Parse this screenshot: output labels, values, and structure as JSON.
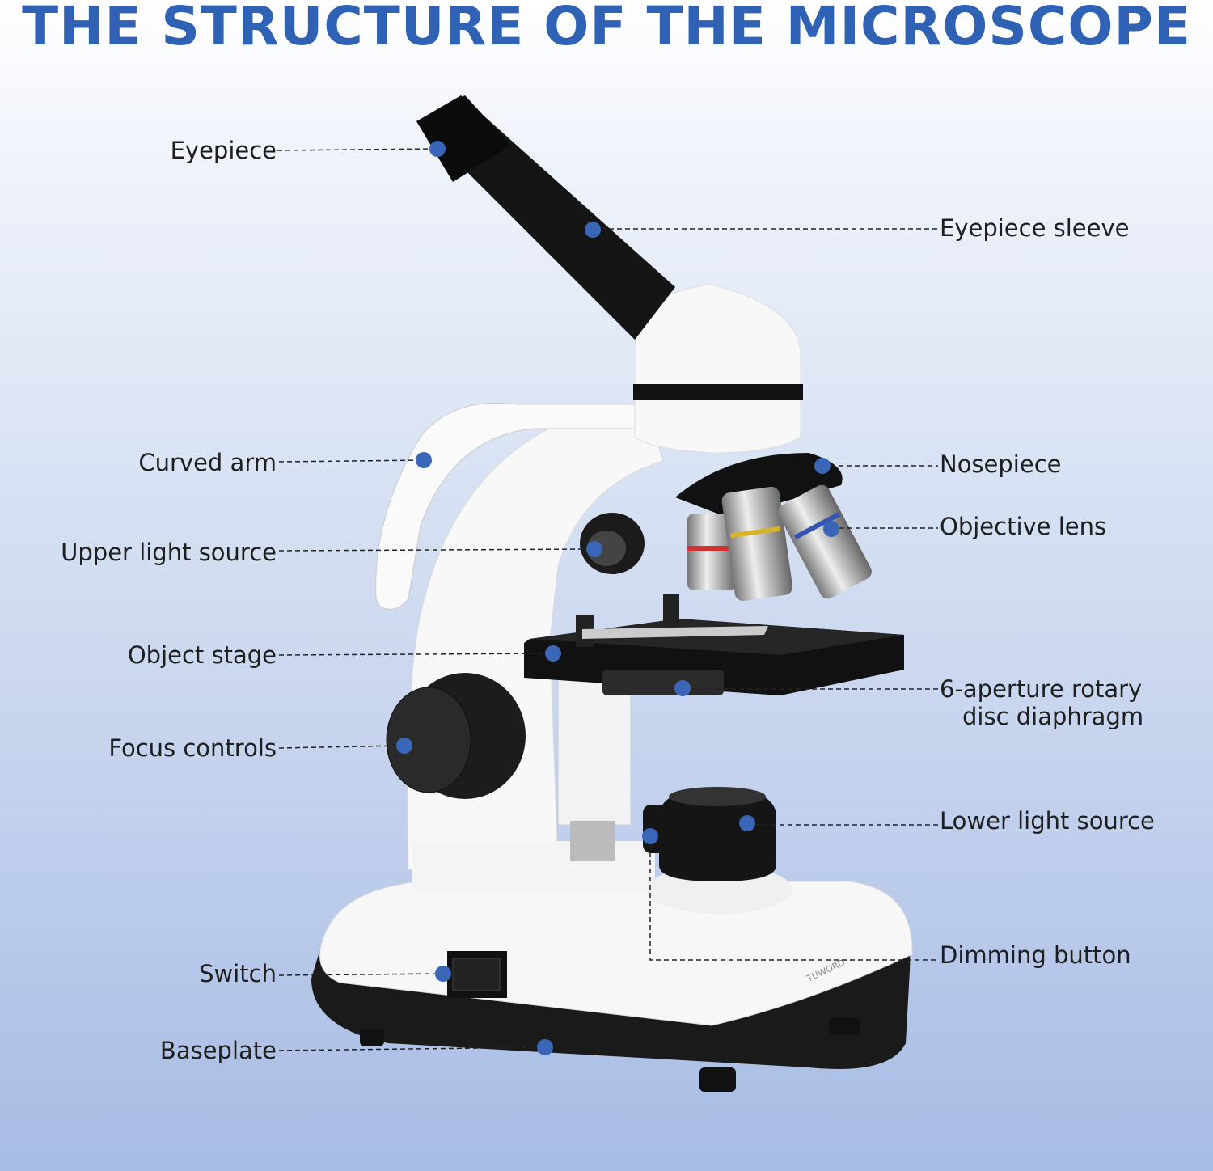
{
  "title": "THE STRUCTURE OF THE MICROSCOPE",
  "brand_mark": "TUWORD",
  "colors": {
    "title": "#2f62b5",
    "marker_dot": "#3a66b8",
    "background_bottom": "#a7bce4"
  },
  "labels": {
    "eyepiece": "Eyepiece",
    "eyepiece_sleeve": "Eyepiece sleeve",
    "curved_arm": "Curved arm",
    "nosepiece": "Nosepiece",
    "objective_lens": "Objective lens",
    "upper_light_source": "Upper light source",
    "object_stage": "Object stage",
    "diaphragm_line1": "6-aperture rotary",
    "diaphragm_line2": "disc diaphragm",
    "focus_controls": "Focus controls",
    "lower_light_source": "Lower light source",
    "dimming_button": "Dimming button",
    "switch": "Switch",
    "baseplate": "Baseplate"
  }
}
